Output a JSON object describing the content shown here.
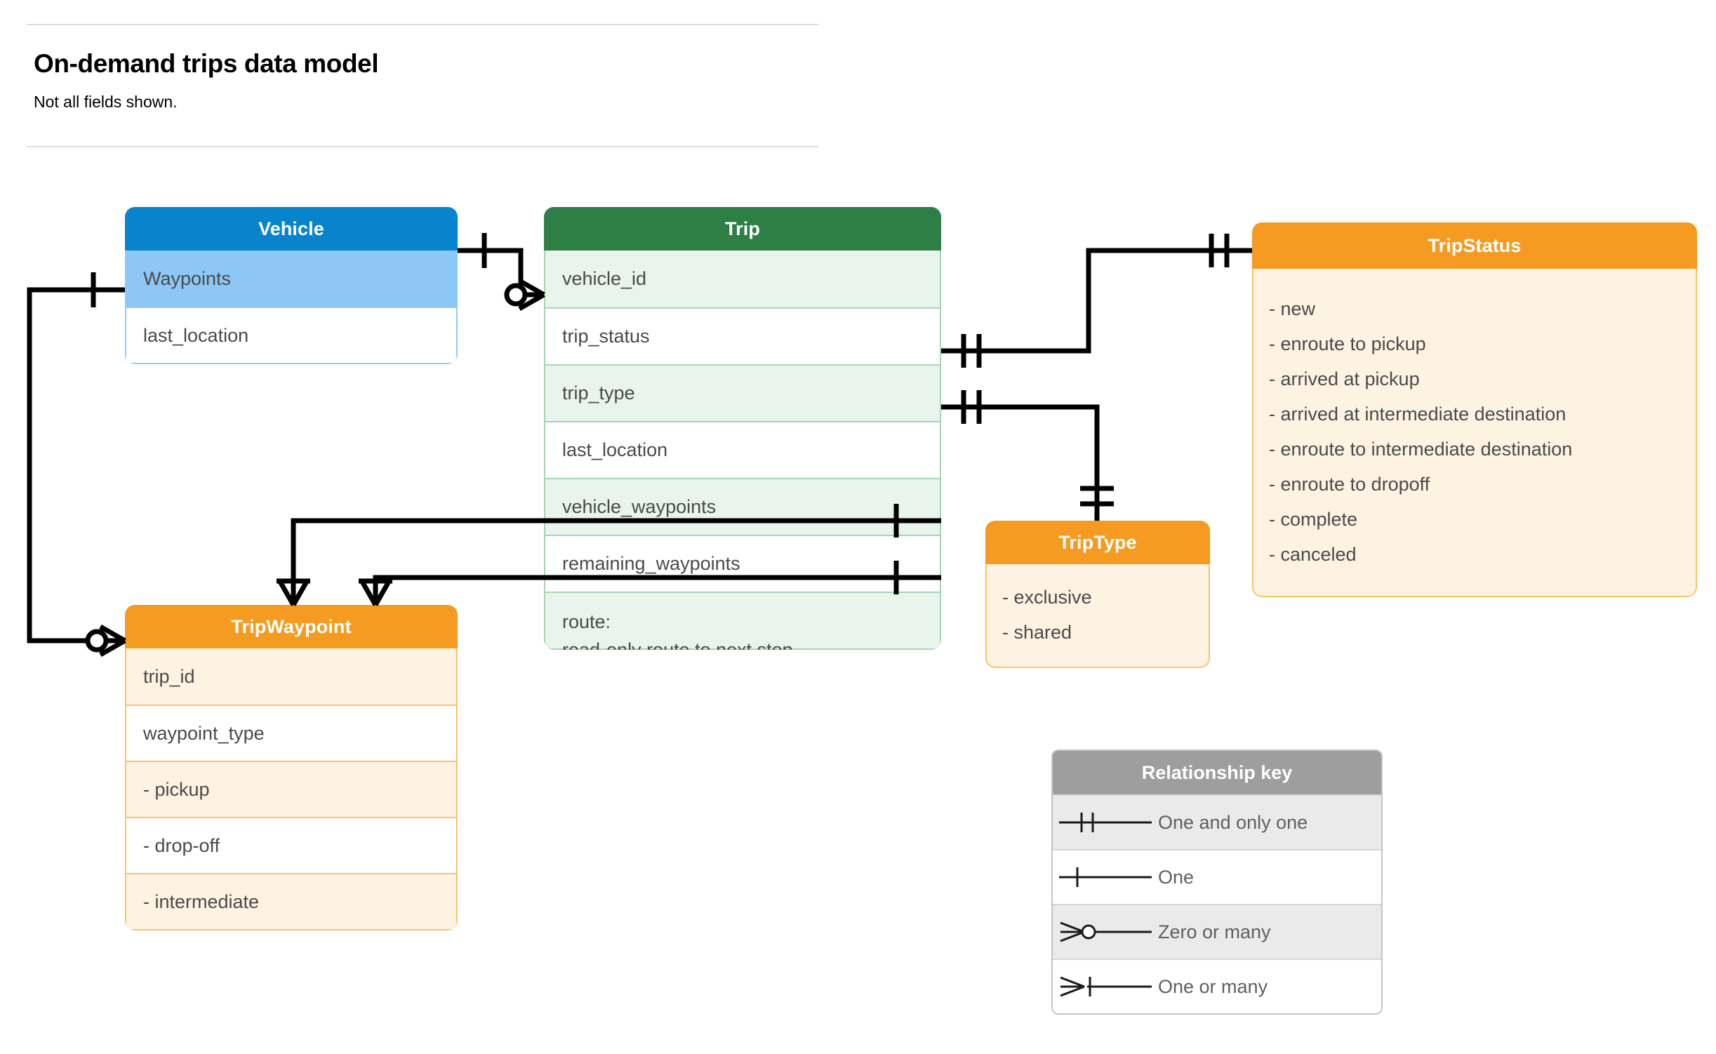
{
  "header": {
    "title": "On-demand trips data model",
    "subtitle": "Not all fields shown."
  },
  "entities": {
    "vehicle": {
      "name": "Vehicle",
      "header_color": "#0884CD",
      "fields": [
        {
          "label": "Waypoints"
        },
        {
          "label": "last_location"
        }
      ]
    },
    "trip": {
      "name": "Trip",
      "header_color": "#2D7F45",
      "fields": [
        {
          "label": "vehicle_id"
        },
        {
          "label": "trip_status"
        },
        {
          "label": "trip_type"
        },
        {
          "label": "last_location"
        },
        {
          "label": "vehicle_waypoints"
        },
        {
          "label": "remaining_waypoints"
        }
      ],
      "route_field": {
        "line1": "route:",
        "line2": "read-only route to next stop"
      }
    },
    "tripwaypoint": {
      "name": "TripWaypoint",
      "header_color": "#F59B21",
      "fields": [
        {
          "label": "trip_id"
        },
        {
          "label": "waypoint_type"
        },
        {
          "label": "-  pickup"
        },
        {
          "label": "-  drop-off"
        },
        {
          "label": "-  intermediate"
        }
      ]
    },
    "tripstatus": {
      "name": "TripStatus",
      "header_color": "#F59B21",
      "values": [
        "- new",
        "- enroute to pickup",
        "- arrived at pickup",
        "- arrived at intermediate destination",
        "- enroute to intermediate destination",
        "- enroute to dropoff",
        "- complete",
        "- canceled"
      ]
    },
    "triptype": {
      "name": "TripType",
      "header_color": "#F59B21",
      "values": [
        "- exclusive",
        "- shared"
      ]
    }
  },
  "legend": {
    "title": "Relationship key",
    "header_color": "#9E9E9E",
    "rows": [
      {
        "symbol": "one-and-only-one",
        "label": "One and only one"
      },
      {
        "symbol": "one",
        "label": "One"
      },
      {
        "symbol": "zero-or-many",
        "label": "Zero or many"
      },
      {
        "symbol": "one-or-many",
        "label": "One or many"
      }
    ]
  },
  "relationships": [
    {
      "from": "Vehicle",
      "from_card": "one",
      "to": "Trip.vehicle_id",
      "to_card": "zero-or-many"
    },
    {
      "from": "Vehicle.Waypoints",
      "from_card": "one",
      "to": "TripWaypoint",
      "to_card": "zero-or-many"
    },
    {
      "from": "Trip.trip_status",
      "from_card": "one-and-only-one",
      "to": "TripStatus",
      "to_card": "one-and-only-one"
    },
    {
      "from": "Trip.trip_type",
      "from_card": "one-and-only-one",
      "to": "TripType",
      "to_card": "one-and-only-one"
    },
    {
      "from": "Trip.vehicle_waypoints",
      "from_card": "one",
      "to": "TripWaypoint",
      "to_card": "one-or-many"
    },
    {
      "from": "Trip.remaining_waypoints",
      "from_card": "one",
      "to": "TripWaypoint",
      "to_card": "one-or-many"
    }
  ]
}
